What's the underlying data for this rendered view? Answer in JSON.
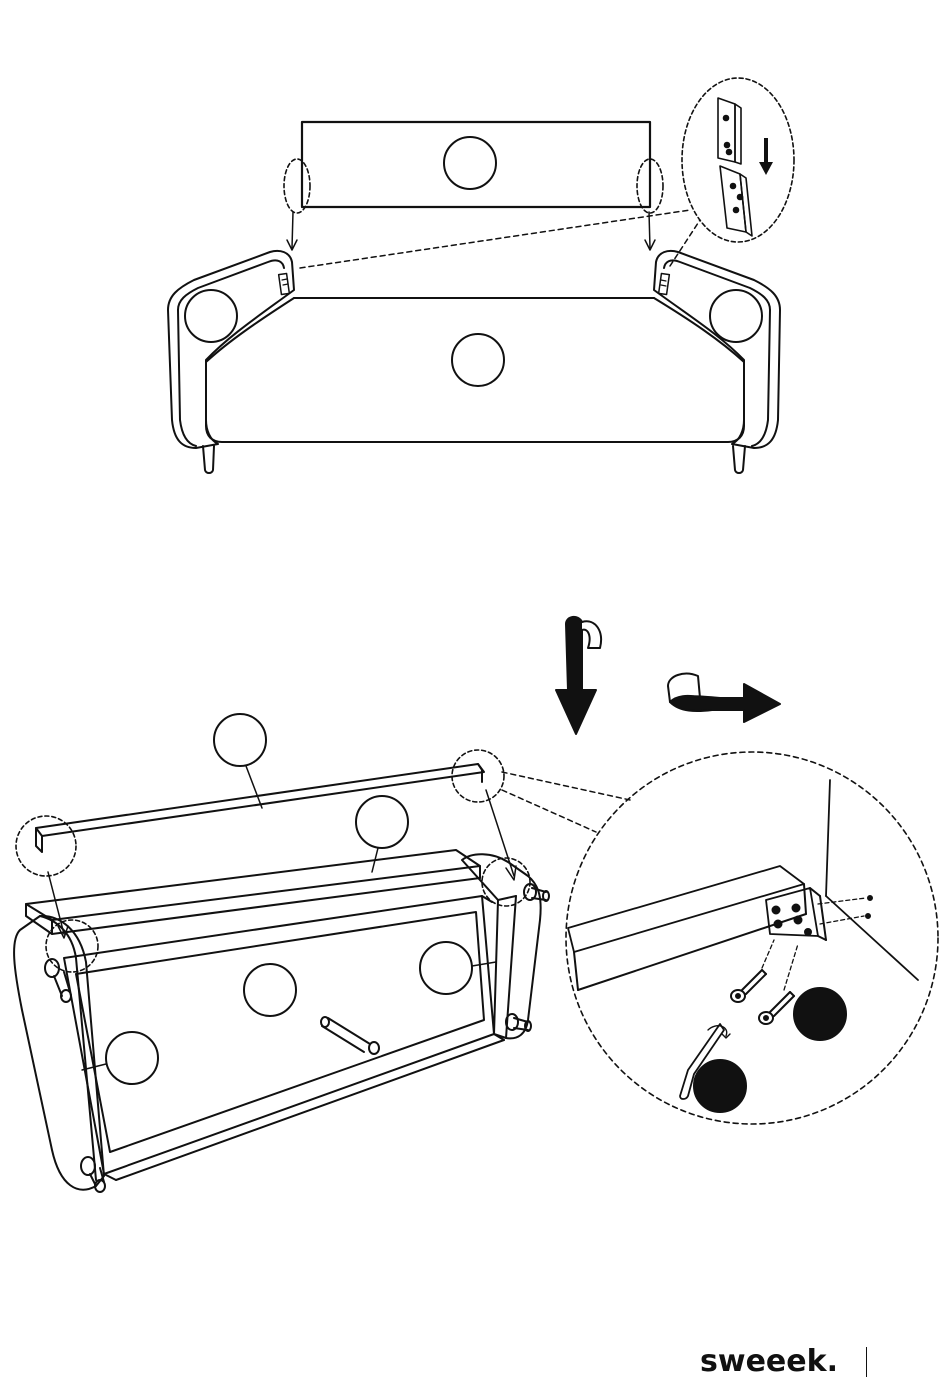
{
  "document": {
    "brand_name": "sweeek.",
    "colors": {
      "line": "#111111",
      "background": "#ffffff"
    }
  },
  "steps": [
    {
      "id": "attach-backrest",
      "parts": [
        "backrest",
        "seat-frame",
        "left-armrest",
        "right-armrest"
      ],
      "detail": "bracket-slides-down"
    },
    {
      "id": "flip-and-fix-base",
      "parts": [
        "back-rail",
        "base-panel",
        "seat-base",
        "left-armrest",
        "right-armrest"
      ],
      "hardware": [
        "bolt",
        "allen-key"
      ],
      "motion": [
        "rotate-down-arrow",
        "flip-over-arrow"
      ]
    }
  ]
}
